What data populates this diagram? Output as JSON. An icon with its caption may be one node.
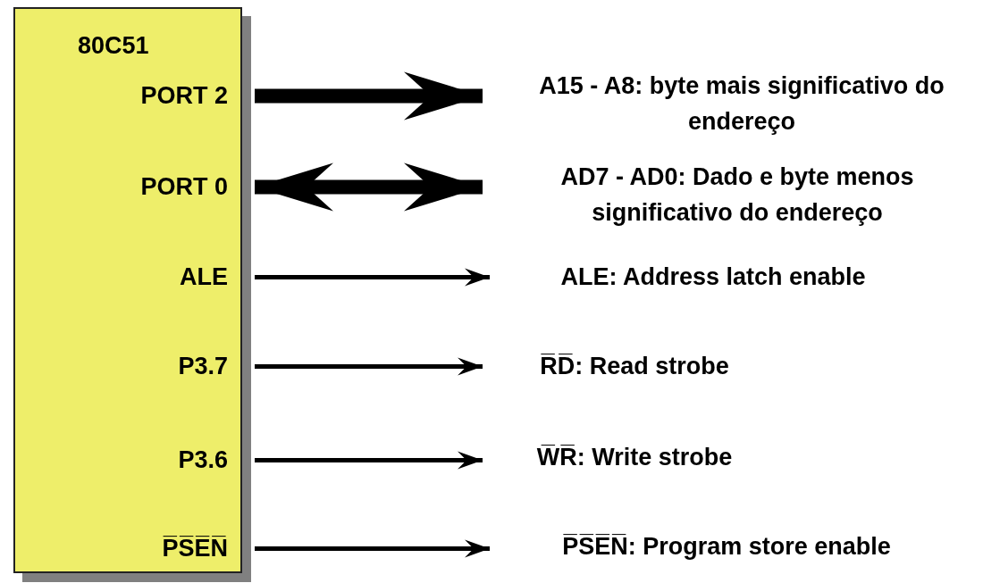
{
  "diagram": {
    "nodes": [
      {
        "text": [
          "80C51"
        ]
      },
      {
        "text": [
          "PORT 2"
        ],
        "in": 0
      },
      {
        "text": [
          "PORT 0"
        ],
        "in": 0
      },
      {
        "text": [
          "ALE"
        ],
        "in": 0
      },
      {
        "text": [
          "P3.7"
        ],
        "in": 0
      },
      {
        "text": [
          "P3.6"
        ],
        "in": 0
      },
      {
        "text": [
          "P̅S̅E̅N̅"
        ],
        "in": 0
      },
      {
        "text": [
          "A15 - A8:  byte mais significativo do endereço"
        ]
      },
      {
        "text": [
          "AD7 - AD0:  Dado e byte menos significativo do endereço"
        ]
      },
      {
        "text": [
          "ALE:  Address latch enable"
        ]
      },
      {
        "text": [
          "R̅D̅:  Read strobe"
        ]
      },
      {
        "text": [
          "W̅R̅:  Write strobe"
        ]
      },
      {
        "text": [
          "P̅S̅E̅N̅:  Program store enable"
        ]
      }
    ],
    "edges": [
      {
        "from": 1,
        "to": 7,
        "arrow": "to",
        "style": "thick"
      },
      {
        "from": 2,
        "to": 8,
        "arrow": "both",
        "style": "thick"
      },
      {
        "from": 3,
        "to": 9,
        "arrow": "to"
      },
      {
        "from": 4,
        "to": 10,
        "arrow": "to"
      },
      {
        "from": 5,
        "to": 11,
        "arrow": "to"
      },
      {
        "from": 6,
        "to": 12,
        "arrow": "to"
      }
    ]
  }
}
